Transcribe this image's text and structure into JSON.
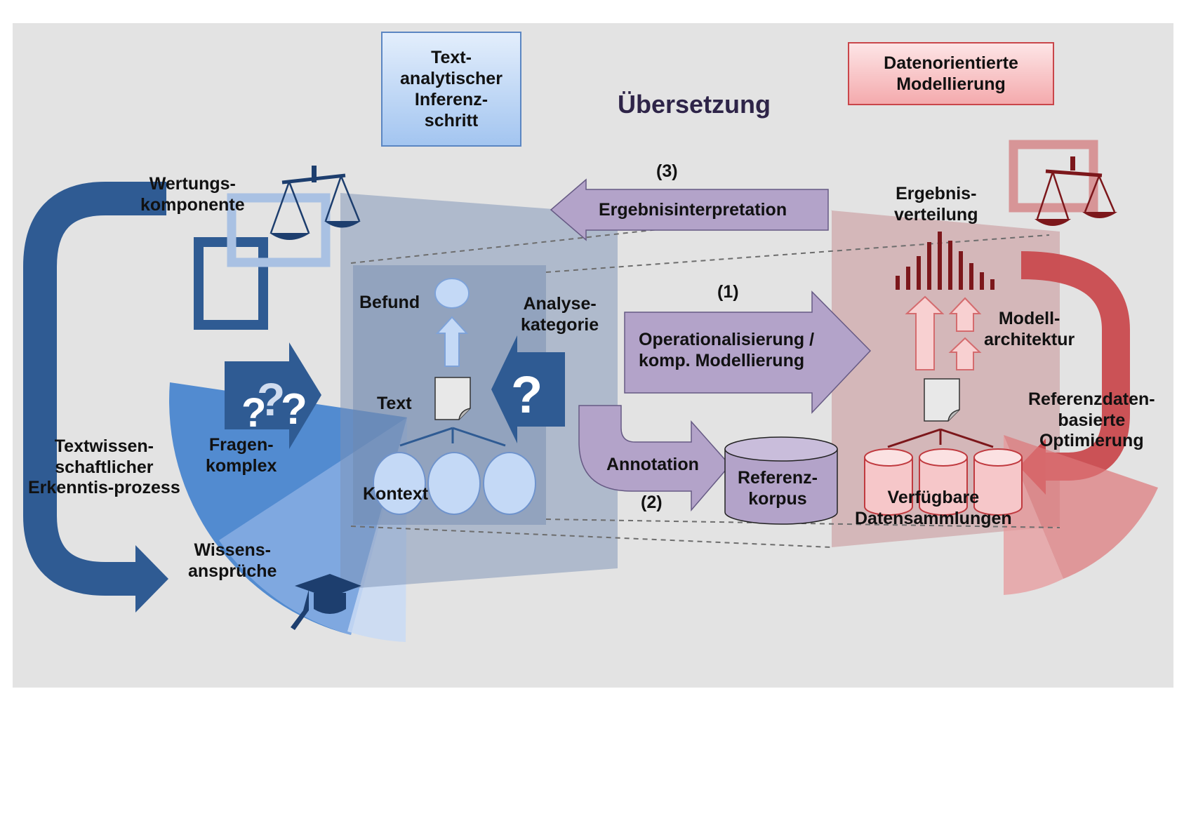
{
  "colors": {
    "background_panel": "#e3e3e3",
    "blue_dark": "#2f5b93",
    "blue_mid": "#4a86cf",
    "blue_light": "#a9c8f1",
    "slate": "#8ea0bf",
    "purple": "#b3a3c9",
    "red_dark": "#8c1f24",
    "red_mid": "#c94a4e",
    "red_light": "#f3b7b9",
    "title_color": "#2e2448"
  },
  "title": "Übersetzung",
  "header_blue": {
    "lines": [
      "Text-",
      "analytischer",
      "Inferenz-",
      "schritt"
    ]
  },
  "header_red": {
    "lines": [
      "Datenorientierte",
      "Modellierung"
    ]
  },
  "left": {
    "wertung": [
      "Wertungs-",
      "komponente"
    ],
    "fragen": [
      "Fragen-",
      "komplex"
    ],
    "prozess": [
      "Textwissen-",
      "schaftlicher",
      "Erkenntis-prozess"
    ],
    "wissen": [
      "Wissens-",
      "ansprüche"
    ]
  },
  "center": {
    "befund": "Befund",
    "analyse": [
      "Analyse-",
      "kategorie"
    ],
    "text": "Text",
    "kontext": "Kontext"
  },
  "arrows": {
    "step3_num": "(3)",
    "step3_label": "Ergebnisinterpretation",
    "step1_num": "(1)",
    "step1_label": [
      "Operationalisierung /",
      "komp. Modellierung"
    ],
    "step2_label": "Annotation",
    "step2_num": "(2)"
  },
  "referenzkorpus": [
    "Referenz-",
    "korpus"
  ],
  "right": {
    "ergebnis": [
      "Ergebnis-",
      "verteilung"
    ],
    "modell": [
      "Modell-",
      "architektur"
    ],
    "referenzdaten": [
      "Referenzdaten-",
      "basierte",
      "Optimierung"
    ],
    "verfuegbare": [
      "Verfügbare",
      "Datensammlungen"
    ]
  },
  "icons": [
    "scale-icon",
    "question-marks-icon",
    "question-mark-icon",
    "graduation-cap-icon",
    "document-icon",
    "database-icon",
    "histogram-icon"
  ]
}
